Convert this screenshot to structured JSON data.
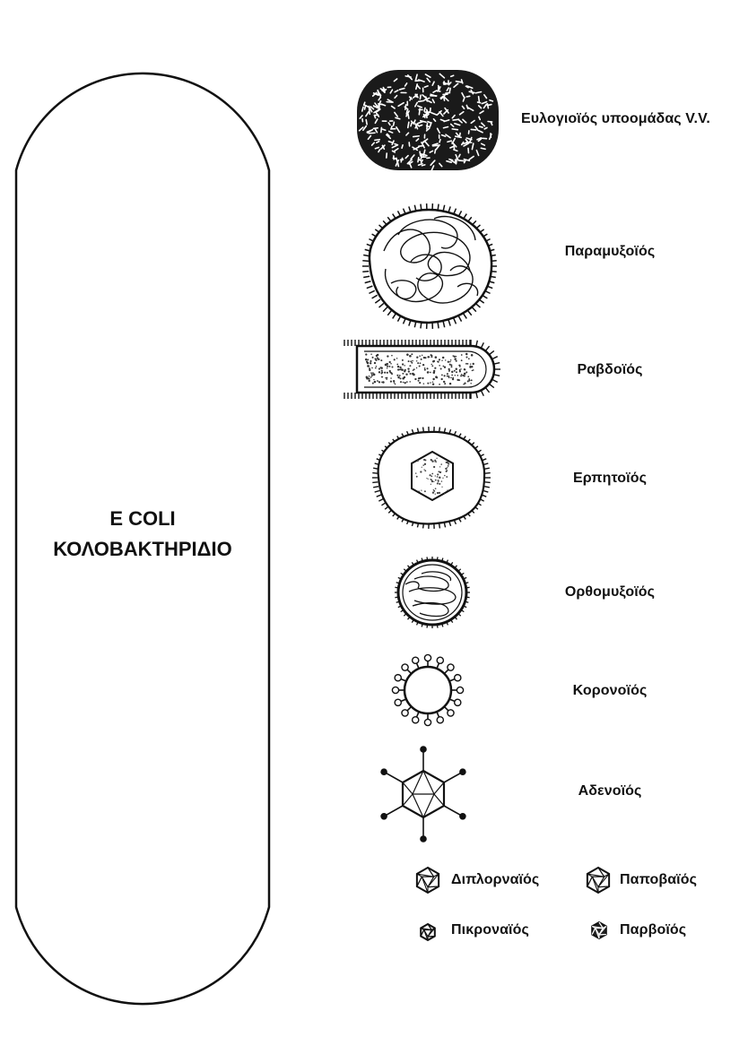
{
  "bacterium": {
    "line1": "E COLI",
    "line2": "ΚΟΛΟΒΑΚΤΗΡΙΔΙΟ"
  },
  "viruses": [
    {
      "name": "Ευλογιοϊός υποομάδας V.V."
    },
    {
      "name": "Παραμυξοϊός"
    },
    {
      "name": "Ραβδοϊός"
    },
    {
      "name": "Ερπητοϊός"
    },
    {
      "name": "Ορθομυξοϊός"
    },
    {
      "name": "Κορονοϊός"
    },
    {
      "name": "Αδενοϊός"
    }
  ],
  "small_viruses": [
    {
      "name": "Διπλορναϊός"
    },
    {
      "name": "Παποβαϊός"
    },
    {
      "name": "Πικροναϊός"
    },
    {
      "name": "Παρβοϊός"
    }
  ]
}
